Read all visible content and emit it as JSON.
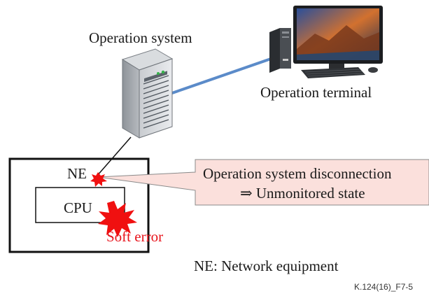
{
  "labels": {
    "operation_system": "Operation system",
    "operation_terminal": "Operation terminal",
    "ne": "NE",
    "cpu": "CPU",
    "soft_error": "Soft error",
    "callout_line1": "Operation system disconnection",
    "callout_line2": "⇒ Unmonitored state",
    "ne_definition": "NE: Network equipment",
    "figure_id": "K.124(16)_F7-5"
  },
  "colors": {
    "callout_fill": "#fbe0dc",
    "soft_error_text": "#e8141c",
    "burst_fill": "#f01010",
    "link_line": "#5b8bc9"
  },
  "icons": {
    "server": "server-tower-icon",
    "terminal": "desktop-computer-icon",
    "error": "explosion-burst-icon"
  }
}
